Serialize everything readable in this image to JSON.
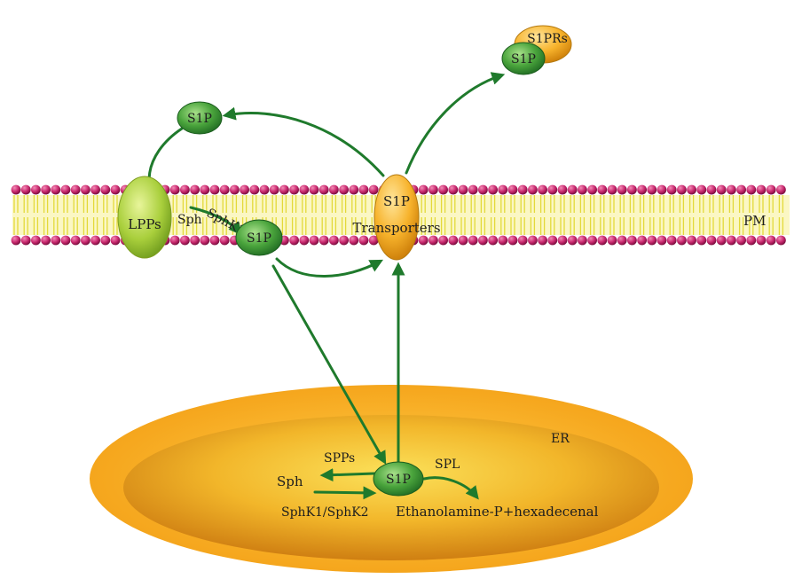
{
  "labels": {
    "s1pr_complex": "S1PRs",
    "s1p_bound": "S1P",
    "s1p_extracellular": "S1P",
    "lpps": "LPPs",
    "sph_membrane": "Sph",
    "sphk1_membrane": "SphK1",
    "s1p_inner": "S1P",
    "transporter_top": "S1P",
    "transporter_bottom": "Transporters",
    "pm": "PM",
    "er": "ER",
    "spps": "SPPs",
    "sph_er": "Sph",
    "sphk_er": "SphK1/SphK2",
    "s1p_er": "S1P",
    "spl": "SPL",
    "products": "Ethanolamine-P+hexadecenal"
  },
  "colors": {
    "arrow": "#1f7a2c",
    "node_green": "#49a33b",
    "node_orange": "#f5a31a",
    "lipid_head": "#c8286e",
    "lipid_tail": "#e9e15a",
    "er_outer": "#f6a81f",
    "er_inner": "#d9891a"
  }
}
